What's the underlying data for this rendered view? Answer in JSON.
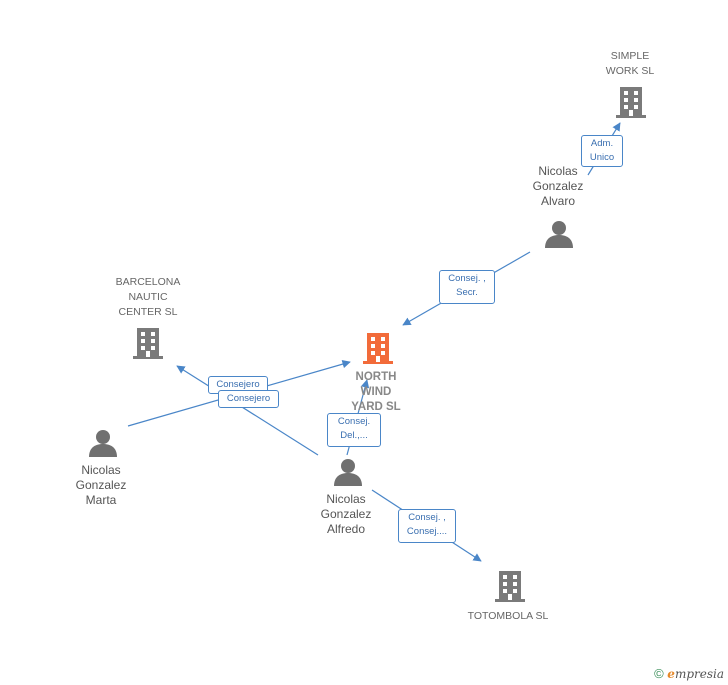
{
  "nodes": {
    "simple_work": {
      "label": "SIMPLE\nWORK SL",
      "type": "company"
    },
    "barcelona": {
      "label": "BARCELONA\nNAUTIC\nCENTER SL",
      "type": "company"
    },
    "north_wind": {
      "label": "NORTH\nWIND\nYARD SL",
      "type": "company-main"
    },
    "totombola": {
      "label": "TOTOMBOLA SL",
      "type": "company"
    },
    "alvaro": {
      "label": "Nicolas\nGonzalez\nAlvaro",
      "type": "person"
    },
    "marta": {
      "label": "Nicolas\nGonzalez\nMarta",
      "type": "person"
    },
    "alfredo": {
      "label": "Nicolas\nGonzalez\nAlfredo",
      "type": "person"
    }
  },
  "roles": {
    "alvaro_simple": "Adm.\nUnico",
    "alvaro_north": "Consej. ,\nSecr.",
    "marta_barcelona": "Consejero",
    "marta_north": "Consejero",
    "alfredo_north": "Consej.\nDel.,...",
    "alfredo_totombola": "Consej. ,\nConsej...."
  },
  "colors": {
    "edge": "#4a86c8",
    "company_icon": "#7a7a7a",
    "main_company_icon": "#f26b3a",
    "person_icon": "#707070"
  },
  "footer": {
    "copyright": "©",
    "brand_first": "e",
    "brand_rest": "mpresia"
  }
}
